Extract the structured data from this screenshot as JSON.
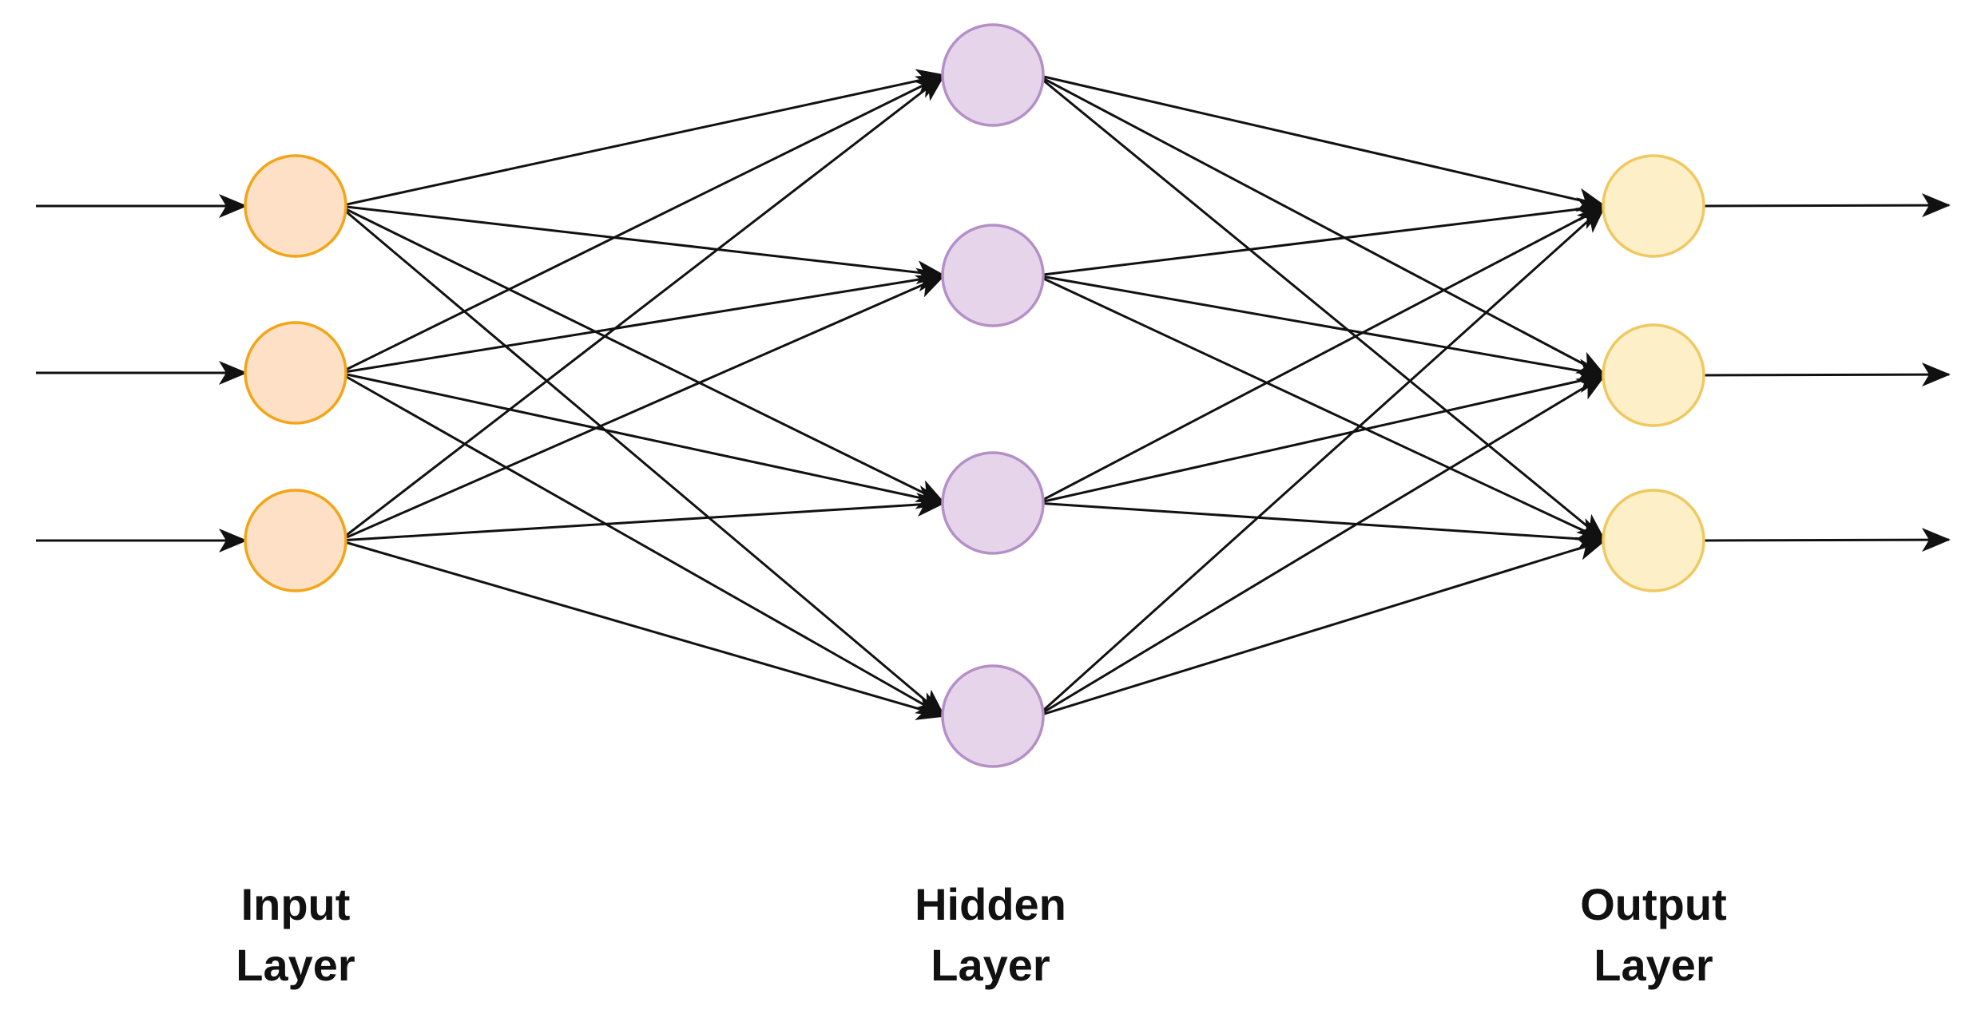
{
  "layers": [
    {
      "id": "input",
      "label_line1": "Input",
      "label_line2": "Layer",
      "node_count": 3,
      "fill": "#fde0c5",
      "stroke": "#f2a516"
    },
    {
      "id": "hidden",
      "label_line1": "Hidden",
      "label_line2": "Layer",
      "node_count": 4,
      "fill": "#e6d5ea",
      "stroke": "#b590c8"
    },
    {
      "id": "output",
      "label_line1": "Output",
      "label_line2": "Layer",
      "node_count": 3,
      "fill": "#fdf0c8",
      "stroke": "#f0c860"
    }
  ],
  "colors": {
    "edge": "#111111",
    "background": "#ffffff"
  }
}
